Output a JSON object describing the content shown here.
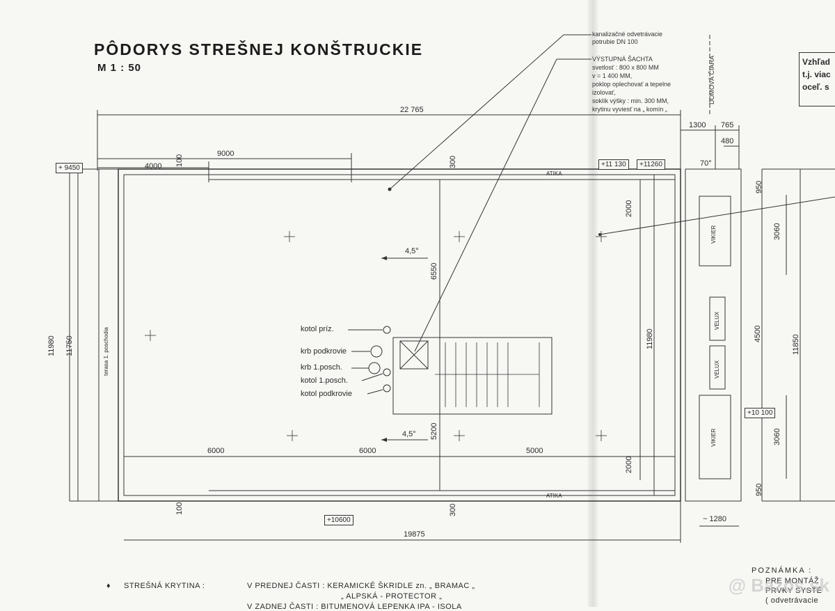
{
  "title": "PÔDORYS STREŠNEJ KONŠTRUCKIE",
  "scale": "M 1 : 50",
  "notes": {
    "kanal_1": "kanalizačné odvetrávacie",
    "kanal_2": "potrubie DN 100",
    "sachta_1": "VÝSTUPNÁ ŠACHTA",
    "sachta_2": "svetlosť : 800 x 800 MM",
    "sachta_3": "v = 1 400 MM,",
    "sachta_4": "poklop oplechovať a tepelne",
    "sachta_5": "izolovať,",
    "sachta_6": "soklík výšky : min. 300 MM,",
    "sachta_7": "krytinu vyviesť na „ komín „"
  },
  "domova_ciara": "DOMOVÁ ČIARA",
  "right_box": {
    "line1": "Vzhľad",
    "line2": "t.j. viac",
    "line3": "oceľ. s"
  },
  "dims": {
    "d22765": "22 765",
    "d9000": "9000",
    "d4000": "4000",
    "d100a": "100",
    "d300a": "300",
    "d1300": "1300",
    "d765": "765",
    "d480": "480",
    "d70": "70°",
    "d950a": "950",
    "d2000a": "2000",
    "d3060a": "3060",
    "d6550": "6550",
    "d11980a": "11980",
    "d11750": "11750",
    "d11980b": "11980",
    "d4500": "4500",
    "d11850": "11850",
    "d5200": "5200",
    "d3060b": "3060",
    "d2000b": "2000",
    "d950b": "950",
    "d6000a": "6000",
    "d6000b": "6000",
    "d5000": "5000",
    "d100b": "100",
    "d300b": "300",
    "d19875": "19875",
    "d1280": "~ 1280"
  },
  "levels": {
    "l9450": "+ 9450",
    "l11130": "+11 130",
    "l11260": "+11260",
    "l10100": "+10 100",
    "l10600": "+10600"
  },
  "labels": {
    "atika1": "ATIKA",
    "atika2": "ATIKA",
    "slope1": "4,5°",
    "slope2": "4,5°",
    "terasa": "terasa 1. poschodia",
    "vikier1": "VIKIER",
    "vikier2": "VIKIER",
    "velux1": "VELUX",
    "velux2": "VELUX",
    "kotol_priz": "kotol príz.",
    "krb_podk": "krb podkrovie",
    "krb_1p": "krb 1.posch.",
    "kotol_1p": "kotol 1.posch.",
    "kotol_podk": "kotol podkrovie"
  },
  "footer": {
    "bullet": "♦",
    "krytina": "STREŠNÁ KRYTINA :",
    "predna": "V PREDNEJ ČASTI : KERAMICKÉ ŠKRIDLE zn. „ BRAMAC „",
    "alpska": "„ ALPSKÁ - PROTECTOR „",
    "zadna": "V ZADNEJ ČASTI : BITUMENOVÁ LEPENKA IPA - ISOLA",
    "poznamka": "POZNÁMKA :",
    "pre": "PRE MONTÁŽ",
    "prvky": "PRVKY SYSTÉ",
    "odvetr": "( odvetrávacie"
  },
  "watermark": "@ Bazos.sk"
}
